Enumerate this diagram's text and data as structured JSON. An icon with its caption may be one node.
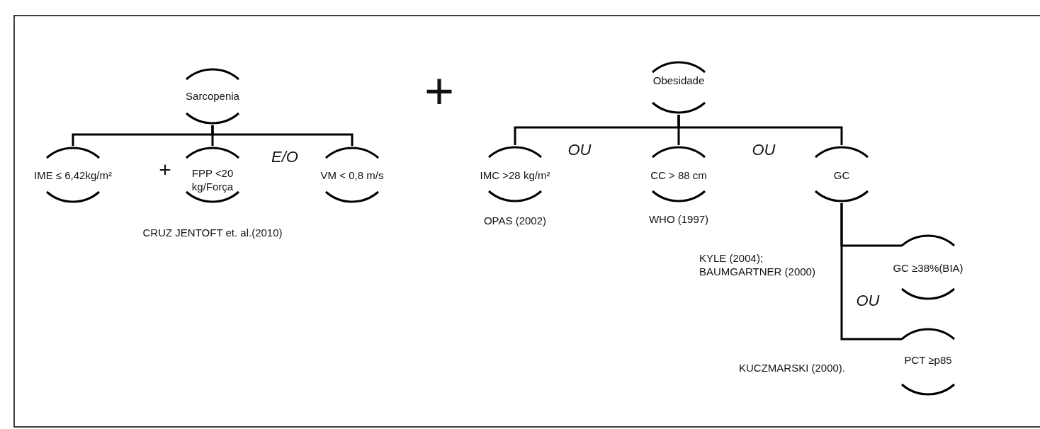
{
  "diagram": {
    "nodes": [
      {
        "text": [
          "Sarcopenia"
        ]
      },
      {
        "text": [
          "IME ≤ 6,42kg/m²"
        ]
      },
      {
        "text": [
          "FPP <20 kg/Força"
        ]
      },
      {
        "text": [
          "VM < 0,8 m/s"
        ]
      },
      {
        "text": [
          "Obesidade"
        ]
      },
      {
        "text": [
          "IMC >28 kg/m²"
        ],
        "beside": [
          "OPAS (2002)"
        ]
      },
      {
        "text": [
          "CC > 88 cm"
        ],
        "beside": [
          "WHO (1997)"
        ]
      },
      {
        "text": [
          "GC"
        ]
      },
      {
        "text": [
          "GC ≥38%(BIA)"
        ]
      },
      {
        "text": [
          "PCT ≥p85"
        ]
      }
    ],
    "edges": [
      {
        "from": 0,
        "to": 1,
        "arrow": "none"
      },
      {
        "from": 0,
        "to": 2,
        "arrow": "none"
      },
      {
        "from": 0,
        "to": 3,
        "arrow": "none"
      },
      {
        "from": 4,
        "to": 5,
        "arrow": "none"
      },
      {
        "from": 4,
        "to": 6,
        "arrow": "none"
      },
      {
        "from": 4,
        "to": 7,
        "arrow": "none"
      },
      {
        "from": 7,
        "to": 8,
        "arrow": "none"
      },
      {
        "from": 7,
        "to": 9,
        "arrow": "none"
      }
    ],
    "labels": [
      "+",
      "E/O",
      "+",
      "OU",
      "OU",
      "CRUZ JENTOFT et. al.(2010)",
      "KYLE (2004); BAUMGARTNER (2000)",
      "OU",
      "KUCZMARSKI (2000)."
    ]
  }
}
